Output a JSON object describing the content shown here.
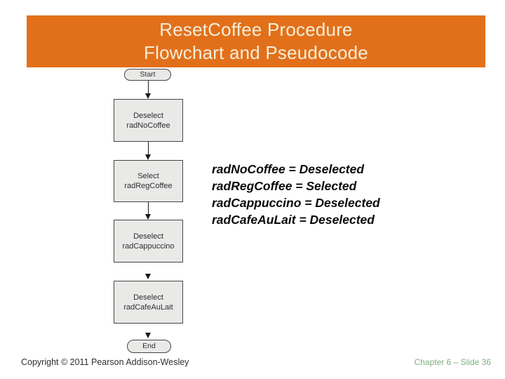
{
  "header": {
    "title_line1": "ResetCoffee Procedure",
    "title_line2": "Flowchart and Pseudocode"
  },
  "colors": {
    "banner_background": "#E2701A",
    "banner_text": "#F3EEDA",
    "node_fill": "#E9E9E7",
    "node_border": "#454545",
    "arrow": "#1a1a1a",
    "chapter_text_green": "#7DAF7D"
  },
  "flowchart": {
    "nodes": [
      {
        "type": "terminator",
        "label": "Start"
      },
      {
        "type": "process",
        "line1": "Deselect",
        "line2": "radNoCoffee"
      },
      {
        "type": "process",
        "line1": "Select",
        "line2": "radRegCoffee"
      },
      {
        "type": "process",
        "line1": "Deselect",
        "line2": "radCappuccino"
      },
      {
        "type": "process",
        "line1": "Deselect",
        "line2": "radCafeAuLait"
      },
      {
        "type": "terminator",
        "label": "End"
      }
    ]
  },
  "pseudocode": {
    "lines": [
      "radNoCoffee = Deselected",
      "radRegCoffee = Selected",
      "radCappuccino = Deselected",
      "radCafeAuLait = Deselected"
    ]
  },
  "footer": {
    "copyright": "Copyright © 2011 Pearson Addison-Wesley",
    "chapter": "Chapter 6 – Slide 36"
  }
}
